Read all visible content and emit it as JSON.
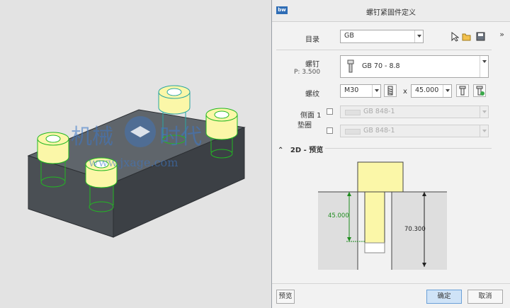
{
  "watermark": {
    "cn": "机械",
    "cn2": "时代",
    "url": "www.jxage.com"
  },
  "dialog": {
    "logo": "bw",
    "title": "螺钉紧固件定义",
    "collapse": "»",
    "catalog_label": "目录",
    "catalog_value": "GB",
    "screw_label": "螺钉",
    "pitch_label": "P: 3.500",
    "screw_value": "GB 70 - 8.8",
    "thread_label": "螺纹",
    "thread_value": "M30",
    "times": "x",
    "length_value": "45.000",
    "side1_label": "侧面 1",
    "washer_label": "垫圈",
    "washer1_value": "GB 848-1",
    "washer2_value": "GB 848-1",
    "section_toggle": "⌃",
    "section_title": "2D - 预览",
    "dim_length": "45.000",
    "dim_total": "70.300",
    "preview_button": "预览",
    "ok_button": "确定",
    "cancel_button": "取消"
  },
  "colors": {
    "accent": "#2f6db5",
    "dim_green": "#1e8c1e",
    "bolt_yellow": "#fbf7a8",
    "part_dark": "#4a4f54",
    "part_top": "#5f656b"
  }
}
